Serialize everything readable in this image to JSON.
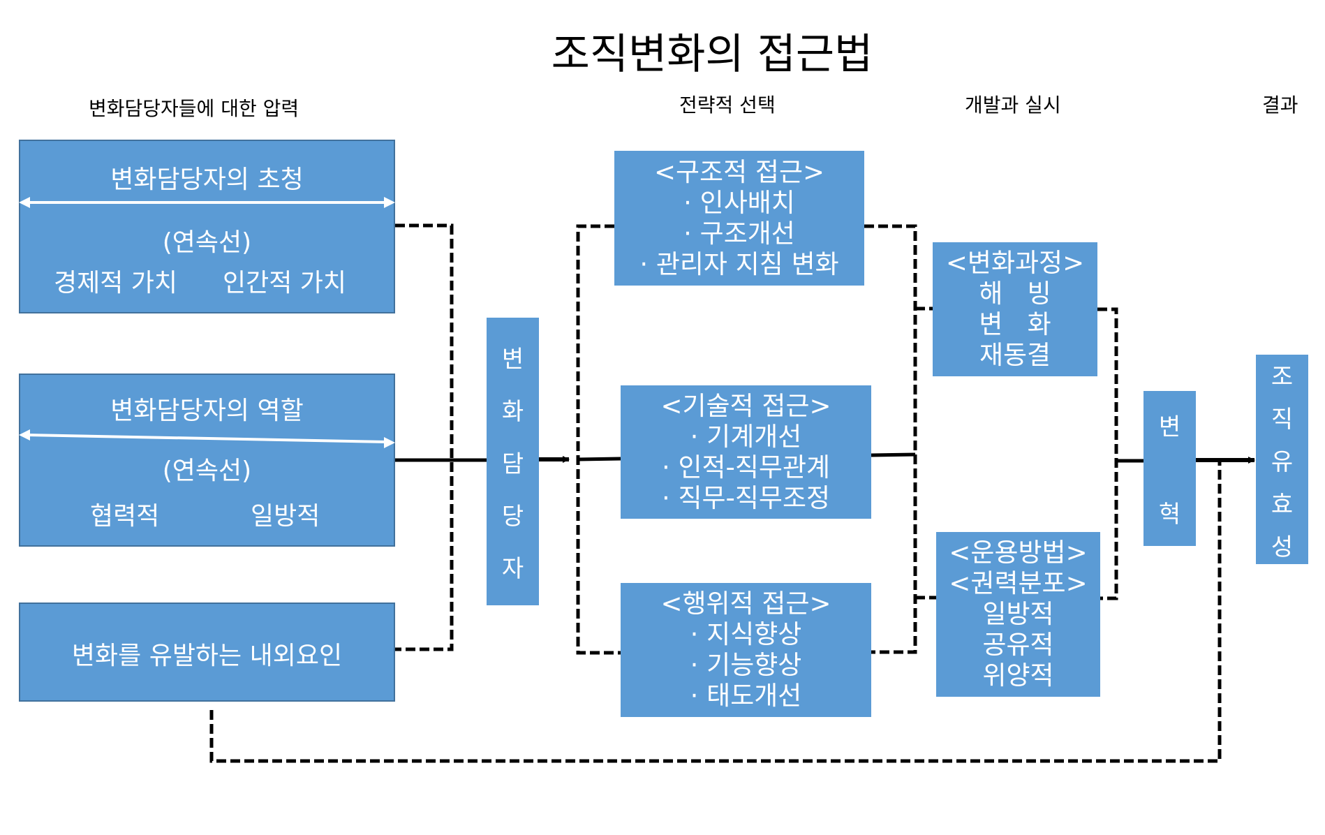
{
  "title": "조직변화의 접근법",
  "column_headers": {
    "pressure": "변화담당자들에 대한 압력",
    "strategy": "전략적 선택",
    "development": "개발과 실시",
    "result": "결과"
  },
  "pressure_boxes": {
    "invitation": {
      "heading": "변화담당자의 초청",
      "continuum": "(연속선)",
      "left_pole": "경제적 가치",
      "right_pole": "인간적 가치"
    },
    "role": {
      "heading": "변화담당자의 역할",
      "continuum": "(연속선)",
      "left_pole": "협력적",
      "right_pole": "일방적"
    },
    "factors": {
      "heading": "변화를 유발하는 내외요인"
    }
  },
  "change_agent": {
    "chars": [
      "변",
      "화",
      "담",
      "당",
      "자"
    ]
  },
  "strategies": {
    "structural": {
      "heading": "<구조적 접근>",
      "items": [
        "· 인사배치",
        "· 구조개선",
        "· 관리자 지침 변화"
      ]
    },
    "technical": {
      "heading": "<기술적 접근>",
      "items": [
        "· 기계개선",
        "· 인적-직무관계",
        "· 직무-직무조정"
      ]
    },
    "behavioral": {
      "heading": "<행위적 접근>",
      "items": [
        "· 지식향상",
        "· 기능향상",
        "· 태도개선"
      ]
    }
  },
  "development": {
    "process": {
      "heading": "<변화과정>",
      "items": [
        "해   빙",
        "변   화",
        "재동결"
      ]
    },
    "operation": {
      "heading": "<운용방법>",
      "subheading": "<권력분포>",
      "items": [
        "일방적",
        "공유적",
        "위양적"
      ]
    }
  },
  "innovation": {
    "chars": [
      "변",
      "혁"
    ]
  },
  "effectiveness": {
    "chars": [
      "조",
      "직",
      "유",
      "효",
      "성"
    ]
  },
  "colors": {
    "box_fill": "#5B9BD5",
    "box_border": "#41719C",
    "box_text": "#FFFFFF",
    "connector": "#000000"
  }
}
